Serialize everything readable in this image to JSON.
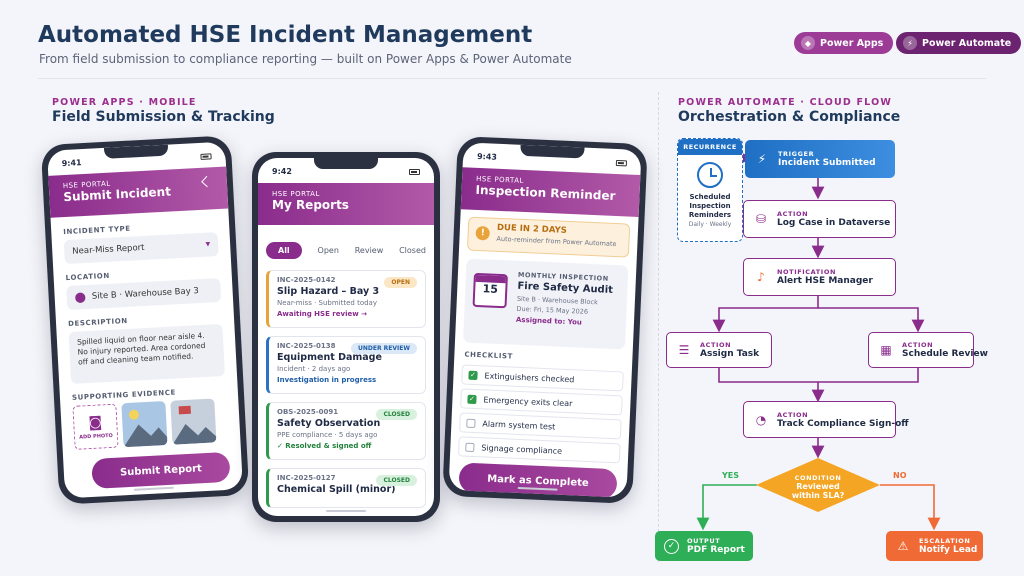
{
  "header": {
    "title": "Automated HSE Incident Management",
    "subtitle": "From field submission to compliance reporting — built on Power Apps & Power Automate",
    "pill_apps": "Power Apps",
    "pill_automate": "Power Automate"
  },
  "left_section": {
    "eyebrow": "POWER APPS · MOBILE",
    "title": "Field Submission & Tracking"
  },
  "right_section": {
    "eyebrow": "POWER AUTOMATE · CLOUD FLOW",
    "title": "Orchestration & Compliance"
  },
  "phone1": {
    "time": "9:41",
    "eyebrow": "HSE PORTAL",
    "title": "Submit Incident",
    "incident_type_label": "INCIDENT TYPE",
    "incident_type_value": "Near-Miss Report",
    "location_label": "LOCATION",
    "location_value": "Site B · Warehouse Bay 3",
    "description_label": "DESCRIPTION",
    "description_value": "Spilled liquid on floor near aisle 4. No injury reported. Area cordoned off and cleaning team notified.",
    "evidence_label": "SUPPORTING EVIDENCE",
    "add_photo": "ADD PHOTO",
    "submit": "Submit Report"
  },
  "phone2": {
    "time": "9:42",
    "eyebrow": "HSE PORTAL",
    "title": "My Reports",
    "filters": [
      "All",
      "Open",
      "Review",
      "Closed"
    ],
    "reports": [
      {
        "id": "INC-2025-0142",
        "badge": "OPEN",
        "title": "Slip Hazard – Bay 3",
        "meta": "Near-miss · Submitted today",
        "status": "Awaiting HSE review →"
      },
      {
        "id": "INC-2025-0138",
        "badge": "UNDER REVIEW",
        "title": "Equipment Damage",
        "meta": "Incident · 2 days ago",
        "status": "Investigation in progress"
      },
      {
        "id": "OBS-2025-0091",
        "badge": "CLOSED",
        "title": "Safety Observation",
        "meta": "PPE compliance · 5 days ago",
        "status": "✓ Resolved & signed off"
      },
      {
        "id": "INC-2025-0127",
        "badge": "CLOSED",
        "title": "Chemical Spill (minor)"
      }
    ]
  },
  "phone3": {
    "time": "9:43",
    "eyebrow": "HSE PORTAL",
    "title": "Inspection Reminder",
    "due_title": "DUE IN 2 DAYS",
    "due_sub": "Auto-reminder from Power Automate",
    "cal_day": "15",
    "inspection_eyebrow": "MONTHLY INSPECTION",
    "inspection_title": "Fire Safety Audit",
    "inspection_site": "Site B · Warehouse Block",
    "inspection_due": "Due: Fri, 15 May 2026",
    "assigned": "Assigned to: You",
    "checklist_label": "CHECKLIST",
    "checklist": [
      {
        "label": "Extinguishers checked",
        "checked": true
      },
      {
        "label": "Emergency exits clear",
        "checked": true
      },
      {
        "label": "Alarm system test",
        "checked": false
      },
      {
        "label": "Signage compliance",
        "checked": false
      }
    ],
    "complete": "Mark as Complete"
  },
  "flow": {
    "recurrence": {
      "header": "RECURRENCE",
      "title": "Scheduled Inspection Reminders",
      "sub": "Daily · Weekly"
    },
    "trigger": {
      "kind": "TRIGGER",
      "label": "Incident Submitted"
    },
    "log": {
      "kind": "ACTION",
      "label": "Log Case in Dataverse"
    },
    "notify": {
      "kind": "NOTIFICATION",
      "label": "Alert HSE Manager"
    },
    "assign": {
      "kind": "ACTION",
      "label": "Assign Task"
    },
    "schedule": {
      "kind": "ACTION",
      "label": "Schedule Review"
    },
    "track": {
      "kind": "ACTION",
      "label": "Track Compliance Sign-off"
    },
    "condition": {
      "kind": "CONDITION",
      "label": "Reviewed within SLA?"
    },
    "yes": "YES",
    "no": "NO",
    "output": {
      "kind": "OUTPUT",
      "label": "PDF Report"
    },
    "escalation": {
      "kind": "ESCALATION",
      "label": "Notify Lead"
    }
  },
  "colors": {
    "brand_purple": "#8a2c8c",
    "trigger_blue": "#1f6fc4",
    "success_green": "#2eae56",
    "escalation_orange": "#f06a36",
    "condition_orange": "#f5a524"
  }
}
